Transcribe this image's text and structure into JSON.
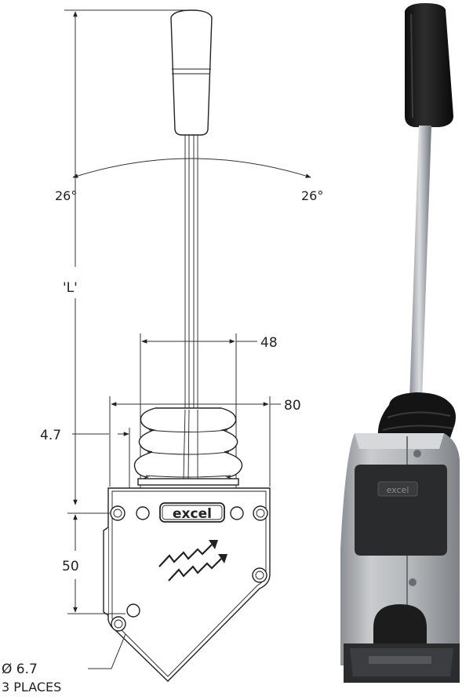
{
  "drawing": {
    "angle_left": "26°",
    "angle_right": "26°",
    "length_label": "'L'",
    "width_48": "48",
    "width_80": "80",
    "offset_47": "4.7",
    "height_50": "50",
    "hole_dia": "Ø 6.7",
    "hole_count": "3 PLACES",
    "brand_plate": "excel"
  },
  "photo": {
    "brand_plate": "excel"
  },
  "colors": {
    "line": "#222222",
    "housing": "#b8b8b8",
    "knob": "#1a1a1a",
    "boot": "#141414"
  }
}
